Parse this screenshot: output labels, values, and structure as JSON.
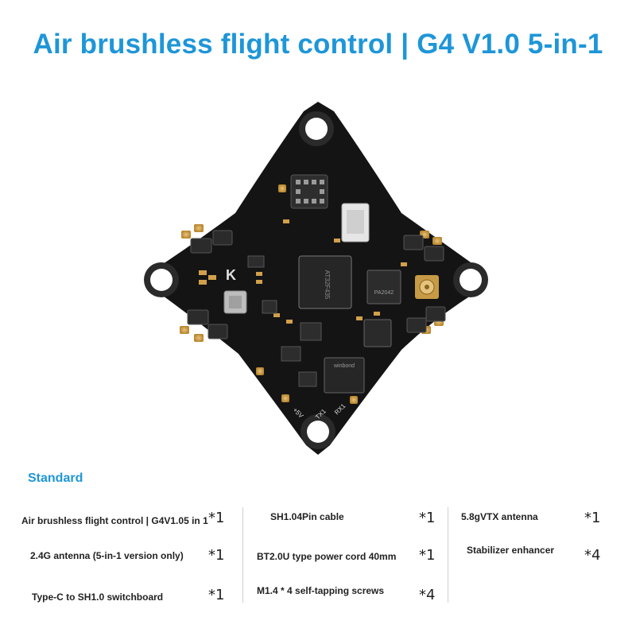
{
  "title": "Air brushless flight control | G4 V1.0 5-in-1",
  "colors": {
    "accent": "#1e96d8",
    "pcb": "#141414",
    "gold": "#c99a43"
  },
  "board": {
    "labels": {
      "chip_main": "AT32F435",
      "chip_rx": "PA2042",
      "chip_flash": "winbond",
      "silk_k": "K",
      "silk_tx": "TX1",
      "silk_rx": "RX1",
      "silk_5v": "+5V"
    }
  },
  "standard": {
    "label": "Standard",
    "col1": [
      {
        "name": "Air brushless flight control | G4V1.05 in 1",
        "qty": "*1"
      },
      {
        "name": "2.4G antenna (5-in-1 version only)",
        "qty": "*1"
      },
      {
        "name": "Type-C to SH1.0 switchboard",
        "qty": "*1"
      }
    ],
    "col2": [
      {
        "name": "SH1.04Pin cable",
        "qty": "*1"
      },
      {
        "name": "BT2.0U type power cord 40mm",
        "qty": "*1"
      },
      {
        "name": "M1.4 * 4 self-tapping screws",
        "qty": "*4"
      }
    ],
    "col3": [
      {
        "name": "5.8gVTX antenna",
        "qty": "*1"
      },
      {
        "name": "Stabilizer enhancer",
        "qty": "*4"
      }
    ]
  }
}
